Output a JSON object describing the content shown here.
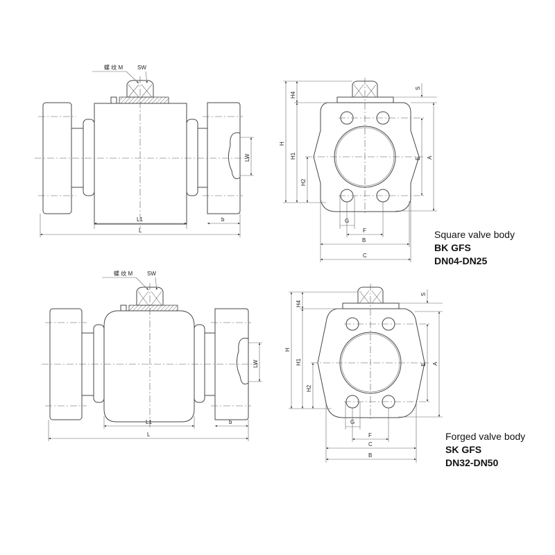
{
  "labels": {
    "thread_m": "螺 纹 M",
    "sw": "SW",
    "l1": "L1",
    "l": "L",
    "b_len": "b",
    "lw": "LW",
    "h": "H",
    "h4": "H4",
    "h1": "H1",
    "h2": "H2",
    "s": "S",
    "e": "E",
    "a": "A",
    "g": "G",
    "f": "F",
    "b": "B",
    "c": "C"
  },
  "captions": [
    {
      "title": "Square valve body",
      "model": "BK GFS",
      "range": "DN04-DN25"
    },
    {
      "title": "Forged valve body",
      "model": "SK GFS",
      "range": "DN32-DN50"
    }
  ]
}
